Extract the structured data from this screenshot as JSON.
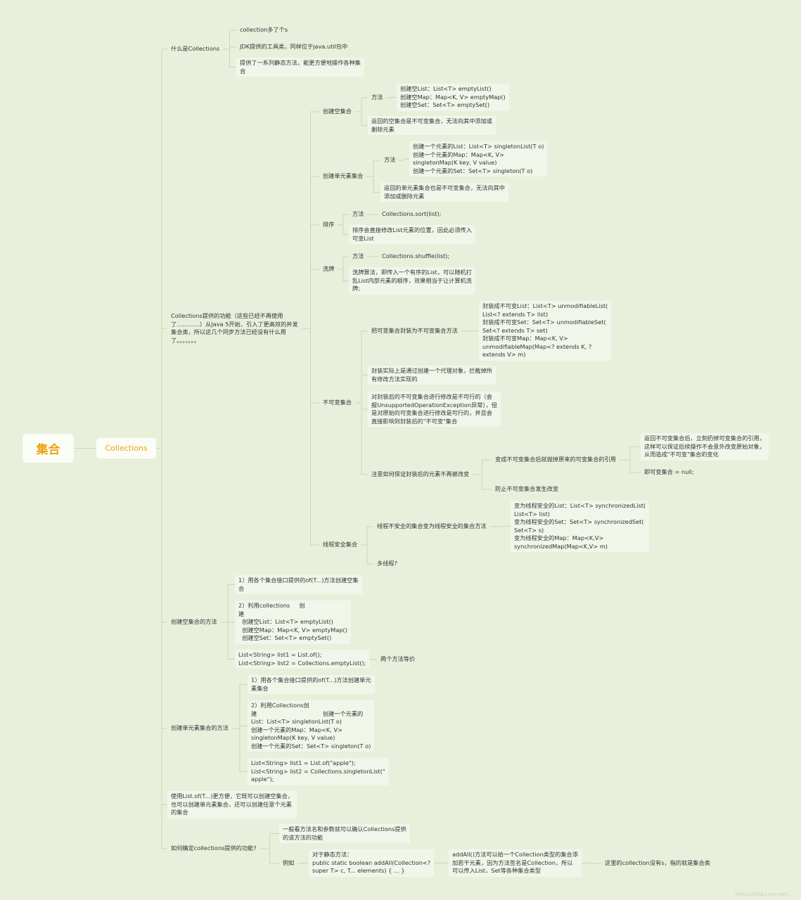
{
  "root": "集合",
  "branch": "Collections",
  "what": {
    "title": "什么是Collections",
    "items": [
      "collection多了个s",
      "JDK提供的工具类，同样位于java.util包中",
      "提供了一系列静态方法，能更方便地操作各种集\n合"
    ]
  },
  "features": {
    "title": "Collections提供的功能（这些已经不再使用\n了…………）从Java 5开始，引入了更高效的并发\n集合类，所以这几个同步方法已经没有什么用\n了。。。。。。。",
    "empty": {
      "title": "创建空集合",
      "method_label": "方法",
      "methods": "创建空List：List<T> emptyList()\n创建空Map：Map<K, V> emptyMap()\n创建空Set：Set<T> emptySet()",
      "note": "返回的空集合是不可变集合，无法向其中添加或\n删除元素"
    },
    "single": {
      "title": "创建单元素集合",
      "method_label": "方法",
      "methods": "创建一个元素的List：List<T> singletonList(T o)\n创建一个元素的Map：Map<K, V>\nsingletonMap(K key, V value)\n创建一个元素的Set：Set<T> singleton(T o)",
      "note": "返回的单元素集合也是不可变集合，无法向其中\n添加或删除元素"
    },
    "sort": {
      "title": "排序",
      "method_label": "方法",
      "method": "Collections.sort(list);",
      "note": "排序会直接修改List元素的位置，因此必须传入\n可变List"
    },
    "shuffle": {
      "title": "洗牌",
      "method_label": "方法",
      "method": "Collections.shuffle(list);",
      "note": "洗牌算法，即传入一个有序的List，可以随机打\n乱List内部元素的顺序，效果相当于让计算机洗\n牌;"
    },
    "immutable": {
      "title": "不可变集合",
      "wrap": "把可变集合封装为不可变集合方法",
      "wrap_methods": "封装成不可变List：List<T> unmodifiableList(\nList<? extends T> list)\n封装成不可变Set：Set<T> unmodifiableSet(\nSet<? extends T> set)\n封装成不可变Map：Map<K, V>\nunmodifiableMap(Map<? extends K, ?\nextends V> m)",
      "proxy": "封装实际上是通过创建一个代理对象，拦截掉所\n有修改方法实现的",
      "modify": "对封装后的不可变集合进行修改是不可行的（会\n报UnsupportedOperationException异常），但\n是对原始的可变集合进行修改是可行的，并且会\n直接影响到封装后的\"不可变\"集合",
      "ensure": "注意如何保证封装后的元素不再被改变",
      "discard": "变成不可变集合后就抛掉原来的可变集合的引用",
      "discard_note": "返回不可变集合后，立刻扔掉可变集合的引用，\n这样可以保证后续操作不会意外改变原始对象，\n从而造成\"不可变\"集合的变化",
      "assign_null": "即可变集合 = null;",
      "prevent": "防止不可变集合发生改变"
    },
    "threadsafe": {
      "title": "线程安全集合",
      "convert": "线程不安全的集合变为线程安全的集合方法",
      "convert_methods": "变为线程安全的List：List<T> synchronizedList(\nList<T> list)\n变为线程安全的Set：Set<T> synchronizedSet(\nSet<T> s)\n变为线程安全的Map：Map<K,V>\nsynchronizedMap(Map<K,V> m)",
      "multithread": "多线程?"
    }
  },
  "create_empty": {
    "title": "创建空集合的方法",
    "opt1": "1）用各个集合接口提供的of(T...)方法创建空集\n合",
    "opt2": "2）利用collections     创\n建\n  创建空List：List<T> emptyList()\n  创建空Map：Map<K, V> emptyMap()\n  创建空Set：Set<T> emptySet()",
    "code": "List<String> list1 = List.of();\nList<String> list2 = Collections.emptyList();",
    "equiv": "两个方法等价"
  },
  "create_single": {
    "title": "创建单元素集合的方法",
    "opt1": "1）用各个集合接口提供的of(T...)方法创建单元\n素集合",
    "opt2": "2）利用Collections创\n建                                    创建一个元素的\nList：List<T> singletonList(T o)\n创建一个元素的Map：Map<K, V>\nsingletonMap(K key, V value)\n创建一个元素的Set：Set<T> singleton(T o)",
    "code": "List<String> list1 = List.of(\"apple\");\nList<String> list2 = Collections.singletonList(\"\napple\");"
  },
  "listof_note": "使用List.of(T...)更方便，它既可以创建空集合，\n也可以创建单元素集合，还可以创建任意个元素\n的集合",
  "determine": {
    "title": "如何确定collections提供的功能?",
    "general": "一般看方法名和参数就可以确认Collections提供\n的该方法的功能",
    "example_label": "例如",
    "example": "对于静态方法：\npublic static boolean addAll(Collection<?\nsuper T> c, T... elements) { ... }",
    "explain": "addAll()方法可以给一个Collection类型的集合添\n加若干元素，因为方法签名是Collection，所以\n可以传入List，Set等各种集合类型",
    "s_note": "这里的collection没有s，指的就是集合类"
  },
  "watermark": "https://blog.csdn.net/...",
  "colors": {
    "background": "#e8f0dc",
    "accent": "#f0a212",
    "line": "#c9d6b6"
  }
}
